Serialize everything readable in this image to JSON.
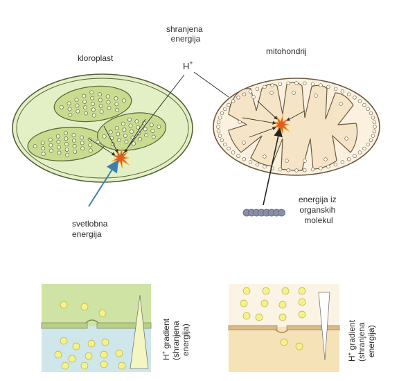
{
  "labels": {
    "chloroplast": "kloroplast",
    "mitochondrion": "mitohondrij",
    "stored_energy_line1": "shranjena",
    "stored_energy_line2": "energija",
    "proton": "H",
    "proton_charge": "+",
    "light_energy_line1": "svetlobna",
    "light_energy_line2": "energija",
    "organic_energy_line1": "energija iz",
    "organic_energy_line2": "organskih",
    "organic_energy_line3": "molekul",
    "gradient_left_line1_H": "H",
    "gradient_left_line1_plus": "+",
    "gradient_left_line1_rest": " gradient",
    "gradient_left_line2": "(shranjena",
    "gradient_left_line3": "energija)",
    "gradient_right_line1_H": "H",
    "gradient_right_line1_plus": "+",
    "gradient_right_line1_rest": " gradient",
    "gradient_right_line2": "(shranjena",
    "gradient_right_line3": "energija)"
  },
  "colors": {
    "chloroplast_fill": "#e3efc4",
    "thylakoid_fill": "#c9db8f",
    "thylakoid_stroke": "#5e6b3a",
    "mito_fill": "#fbf1de",
    "mito_inner_fill": "#f6e4c6",
    "ion_fill": "#f6f28a",
    "ion_stroke": "#b5b04a",
    "panel_green_top": "#cfe4a4",
    "panel_green_bottom": "#cfe7ea",
    "panel_tan_top": "#fbf3e4",
    "panel_tan_bottom": "#f6e2b7",
    "light_arrow": "#3e7fb0",
    "starburst": "#e05b1e",
    "molecule": "#8a8fa8"
  }
}
